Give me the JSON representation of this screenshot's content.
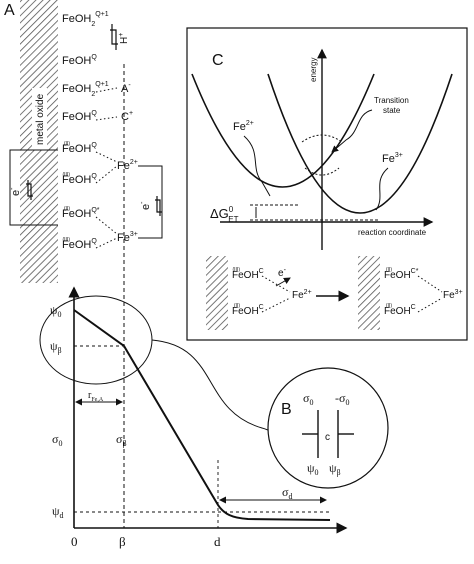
{
  "panels": {
    "a": {
      "label": "A"
    },
    "b": {
      "label": "B"
    },
    "c": {
      "label": "C"
    }
  },
  "surface": {
    "label": "metal oxide"
  },
  "panel_a": {
    "rows": [
      {
        "species": "FeOH",
        "sub": "2",
        "sup": "Q+1"
      },
      {
        "species": "FeOH",
        "sub": "",
        "sup": "Q"
      },
      {
        "species": "FeOH",
        "sub": "2",
        "sup": "Q+1"
      },
      {
        "species": "FeOH",
        "sub": "",
        "sup": "Q"
      },
      {
        "species": "FeOH",
        "sub": "",
        "sup": "Q",
        "prefix": "(II)"
      },
      {
        "species": "FeOH",
        "sub": "",
        "sup": "Q",
        "prefix": "(III)"
      },
      {
        "species": "FeOH",
        "sub": "",
        "sup": "Q*",
        "prefix": "(II)"
      },
      {
        "species": "FeOH",
        "sub": "",
        "sup": "Q",
        "prefix": "(III)"
      }
    ],
    "proton_label": "H",
    "proton_sup": "+",
    "anion_label": "A",
    "anion_sup": "-",
    "cation_label": "C",
    "cation_sup": "+",
    "fe2_label": "Fe",
    "fe2_sup": "2+",
    "fe3_label": "Fe",
    "fe3_sup": "3+",
    "electron_label": "e",
    "electron_sup": "-"
  },
  "potential_plot": {
    "y_labels": [
      {
        "main": "ψ",
        "sub": "0"
      },
      {
        "main": "ψ",
        "sub": "β"
      },
      {
        "main": "σ",
        "sub": "0"
      },
      {
        "main": "ψ",
        "sub": "d"
      }
    ],
    "sigma_beta": {
      "main": "σ",
      "sub": "β"
    },
    "sigma_d": {
      "main": "σ",
      "sub": "d"
    },
    "r_label": {
      "main": "r",
      "sub": "Fe,A"
    },
    "x_ticks": [
      "0",
      "β",
      "d"
    ]
  },
  "panel_b": {
    "sigma0": {
      "main": "σ",
      "sub": "0"
    },
    "minus_sigma0": {
      "main": "-σ",
      "sub": "0"
    },
    "c_label": "c",
    "psi0": {
      "main": "ψ",
      "sub": "0"
    },
    "psi_beta": {
      "main": "ψ",
      "sub": "β"
    }
  },
  "panel_c": {
    "energy_label": "energy",
    "x_axis_label": "reaction coordinate",
    "transition_state": [
      "Transition",
      "state"
    ],
    "fe2_label": "Fe",
    "fe2_sup": "2+",
    "fe3_label": "Fe",
    "fe3_sup": "3+",
    "delta_g": "ΔG",
    "delta_g_sup": "0",
    "delta_g_sub": "ET",
    "left_inset": [
      {
        "species": "FeOH",
        "sup": "C",
        "prefix": "(III)"
      },
      {
        "species": "FeOH",
        "sup": "C",
        "prefix": "(II)"
      }
    ],
    "left_e": "e",
    "left_e_sup": "-",
    "left_fe": "Fe",
    "left_fe_sup": "2+",
    "right_inset": [
      {
        "species": "FeOH",
        "sup": "C*",
        "prefix": "(II)"
      },
      {
        "species": "FeOH",
        "sup": "C",
        "prefix": "(II)"
      }
    ],
    "right_fe": "Fe",
    "right_fe_sup": "3+"
  }
}
